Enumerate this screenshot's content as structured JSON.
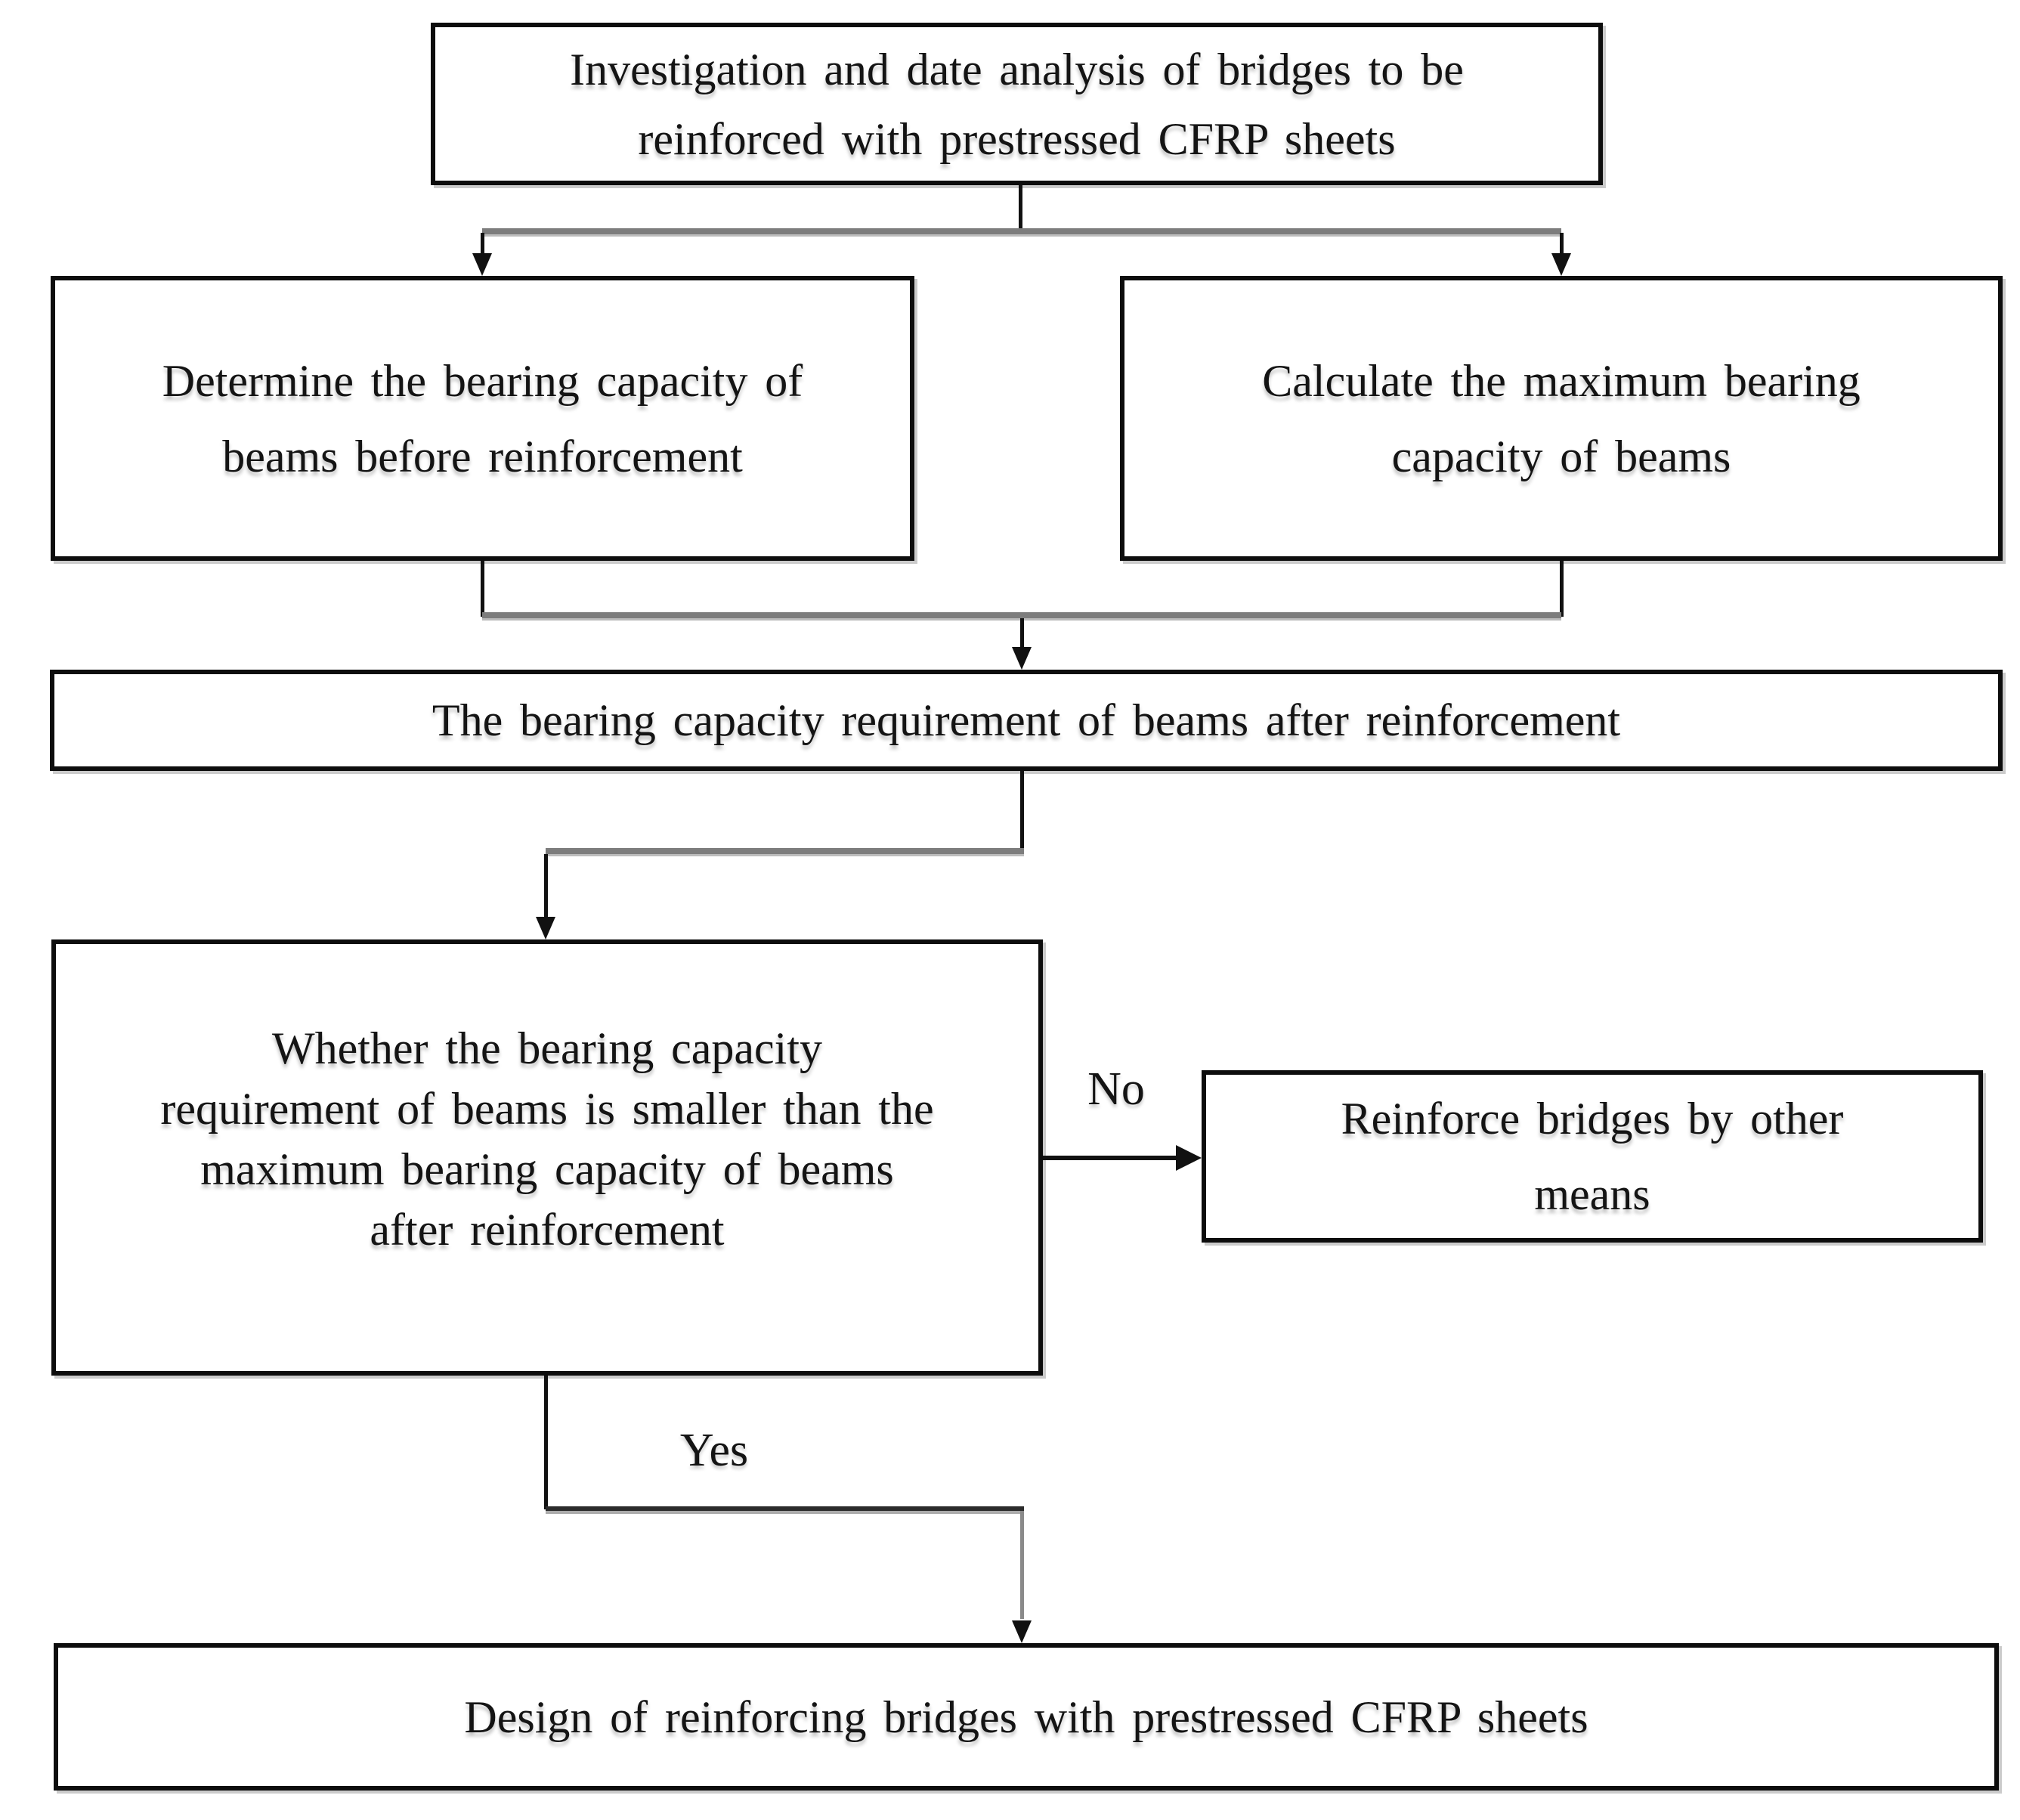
{
  "colors": {
    "background": "#ffffff",
    "box_fill": "#ffffff",
    "box_border": "#0d0d0d",
    "text": "#141414",
    "connector_black": "#111111",
    "connector_gray": "#7d7d7d"
  },
  "nodes": {
    "investigation": {
      "lines": [
        "Investigation and date analysis of bridges to be",
        "reinforced with prestressed CFRP sheets"
      ]
    },
    "determine": {
      "lines": [
        "Determine the bearing capacity of",
        "beams before reinforcement"
      ]
    },
    "calculate": {
      "lines": [
        "Calculate the maximum bearing",
        "capacity of beams"
      ]
    },
    "requirement": {
      "lines": [
        "The bearing capacity requirement of beams after reinforcement"
      ]
    },
    "decision": {
      "lines": [
        "Whether the bearing capacity",
        "requirement of beams is smaller than the",
        "maximum bearing capacity of beams",
        "after reinforcement"
      ]
    },
    "reinforce_other": {
      "lines": [
        "Reinforce bridges by other",
        "means"
      ]
    },
    "design": {
      "lines": [
        "Design of reinforcing bridges with prestressed CFRP sheets"
      ]
    }
  },
  "branch_labels": {
    "no": "No",
    "yes": "Yes"
  }
}
